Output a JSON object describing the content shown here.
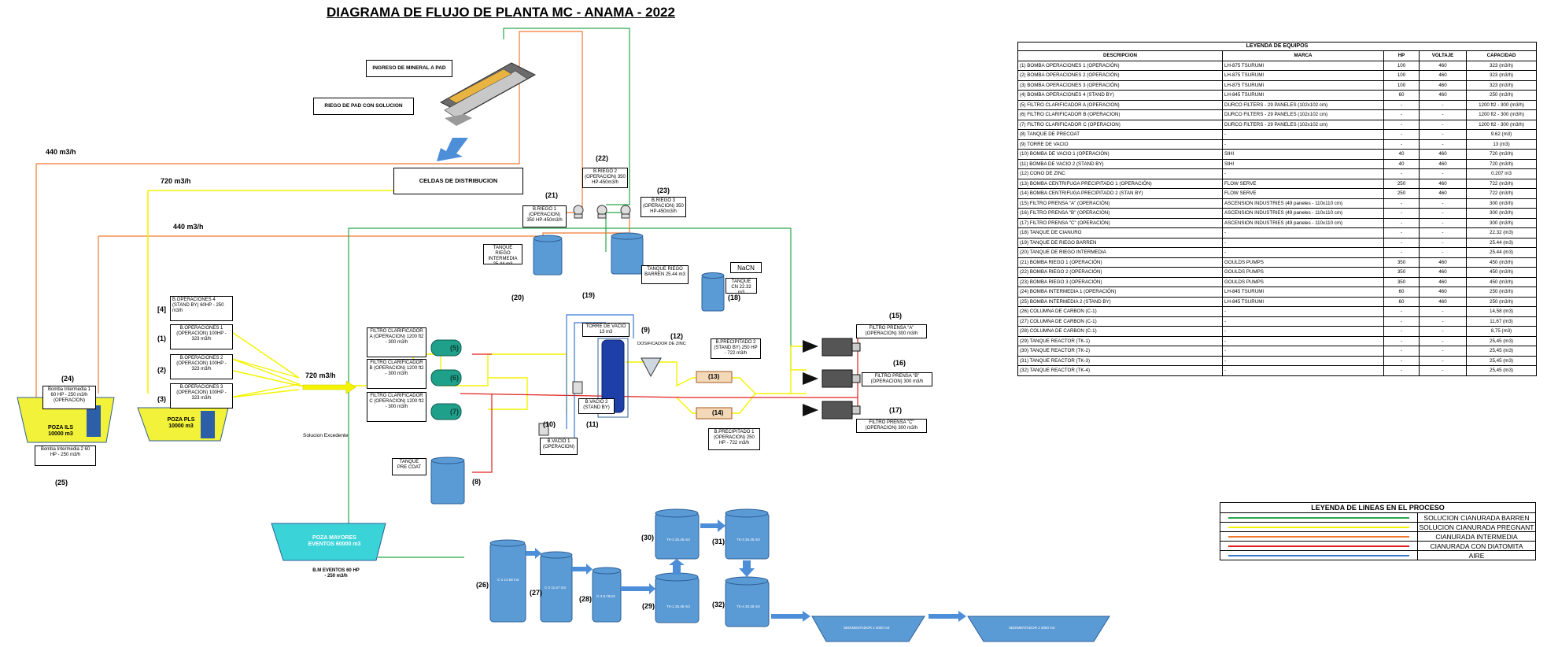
{
  "title": "DIAGRAMA DE FLUJO DE PLANTA MC - ANAMA - 2022",
  "colors": {
    "green": "#2aa84a",
    "yellow": "#f4f400",
    "orange": "#f07a30",
    "red": "#e02020",
    "blue": "#3a78d0",
    "tank": "#5b9bd5",
    "pond_yellow": "#f2f23a",
    "pond_cyan": "#39d3d8",
    "teal": "#1fa08a"
  },
  "labels": {
    "ingreso": "INGRESO DE MINERAL A PAD",
    "riego_pad": "RIEGO DE PAD CON SOLUCION",
    "celdas": "CELDAS DE DISTRIBUCION",
    "flow_440_top": "440  m3/h",
    "flow_720_top": "720  m3/h",
    "flow_440_mid": "440  m3/h",
    "flow_720_mid": "720 m3/h",
    "solucion_excedente": "Solucion Excedente",
    "n22": "(22)",
    "n21": "(21)",
    "n23": "(23)",
    "riego2": "B.RIEGO 2 (OPERACION) 350 HP-450m3/h",
    "riego1": "B.RIEGO 1 (OPERACION) 350 HP-450m3/h",
    "riego3": "B.RIEGO 3 (OPERACION) 350 HP-450m3/h",
    "tanque_intermedia": "TANQUE RIEGO INTERMEDIA 25.44 m3",
    "tanque_barren": "TANQUE RIEGO BARREN 25.44 m3",
    "nacn": "NaCN",
    "tanque_cn": "TANQUE CN 22.32 m3",
    "n20": "(20)",
    "n19": "(19)",
    "n18": "(18)",
    "op4": "B.OPERACIONES 4 (STAND BY)        60HP - 250 m3/h",
    "op1": "B.OPERACIONES 1 (OPERACION) 100HP - 323 m3/h",
    "op2": "B.OPERACIONES 2 (OPERACION) 100HP - 323 m3/h",
    "op3": "B.OPERACIONES 3 (OPERACION) 100HP - 323 m3/h",
    "n4": "[4]",
    "n1": "(1)",
    "n2": "(2)",
    "n3": "(3)",
    "filtro_a": "FILTRO CLARIFICADOR A (OPERACION) 1200 ft2 - 300 m3/h",
    "filtro_b": "FILTRO CLARIFICADOR B (OPERACION) 1200 ft2 - 300 m3/h",
    "filtro_c": "FILTRO CLARIFICADOR C (OPERACION) 1200 ft2 - 300 m3/h",
    "n5": "(5)",
    "n6": "(6)",
    "n7": "(7)",
    "torre_vacio": "TORRE DE VACIO 13 m3",
    "n9": "(9)",
    "dosificador": "DOSIFICADOR DE ZINC",
    "n12": "(12)",
    "precip2": "B.PRECIPITADO 2 (STAND BY) 250 HP - 722 m3/h",
    "precip1": "B.PRECIPITADO 1 (OPERACION) 250 HP - 722 m3/h",
    "n13": "(13)",
    "n14": "(14)",
    "vacio2": "B.VACIO 2 (STAND BY)",
    "vacio1": "B.VACIO 1 (OPERACION)",
    "n10": "(10)",
    "n11": "(11)",
    "prensa_a": "FILTRO PRENSA \"A\" (OPERACION) 300 m3/h",
    "prensa_b": "FILTRO PRENSA \"B\" (OPERACION) 300 m3/h",
    "prensa_c": "FILTRO PRENSA \"C\" (OPERACION) 300 m3/h",
    "n15": "(15)",
    "n16": "(16)",
    "n17": "(17)",
    "precoat": "TANQUE PRE COAT",
    "n8": "(8)",
    "bomba_int1": "Bomba Intermedia 1 60 HP - 250 m3/h (OPERACION)",
    "bomba_int2": "Bomba Intermedia 2 60 HP - 250 m3/h",
    "n24": "(24)",
    "n25": "(25)",
    "poza_ils": "POZA ILS 10000 m3",
    "poza_pls": "POZA PLS 10000 m3",
    "poza_mayores": "POZA MAYORES EVENTOS 60000 m3",
    "bm_eventos": "B.M EVENTOS 60 HP - 250 m3/h",
    "n26": "(26)",
    "n27": "(27)",
    "n28": "(28)",
    "n29": "(29)",
    "n30": "(30)",
    "n31": "(31)",
    "n32": "(32)",
    "c1": "C-1 14.58 m3",
    "c2": "C-2 11.67 m3",
    "c3": "C-3 8.75m3",
    "tk1": "TK-1 25.45 m3",
    "tk2": "TK-2 25.45 m3",
    "tk3": "TK-3 25.45 m3",
    "tk4": "TK-4 25.45 m3",
    "sedim1": "SEDIMENTADOR 1 3000 m3",
    "sedim2": "SEDIMENTADOR 2 3000 m3"
  },
  "equip_legend": {
    "caption": "LEYENDA DE EQUIPOS",
    "headers": [
      "DESCRIPCION",
      "MARCA",
      "HP",
      "VOLTAJE",
      "CAPACIDAD"
    ],
    "rows": [
      [
        "(1) BOMBA OPERACIONES 1  (OPERACIÓN)",
        "LH-875 TSURUMI",
        "100",
        "460",
        "323 (m3/h)"
      ],
      [
        "(2) BOMBA OPERACIONES  2  (OPERACIÓN)",
        "LH-875 TSURUMI",
        "100",
        "460",
        "323 (m3/h)"
      ],
      [
        "(3) BOMBA OPERACIONES  3  (OPERACIÓN)",
        "LH-875 TSURUMI",
        "100",
        "460",
        "323 (m3/h)"
      ],
      [
        "(4) BOMBA OPERACIONES  4  (STAND BY)",
        "LH-845 TSURUMI",
        "60",
        "460",
        "250 (m3/h)"
      ],
      [
        "(5) FILTRO CLARIFICADOR A (OPERACION)",
        "DURCO FILTERS - 29 PANELES (102x102 cm)",
        "-",
        "-",
        "1200 ft2 - 300 (m3/h)"
      ],
      [
        "(6) FILTRO CLARIFICADOR B (OPERACION)",
        "DURCO FILTERS - 29 PANELES (102x102 cm)",
        "-",
        "-",
        "1200 ft2 - 300 (m3/h)"
      ],
      [
        "(7) FILTRO CLARIFICADOR C (OPERACION)",
        "DURCO FILTERS - 29 PANELES (102x102 cm)",
        "-",
        "-",
        "1200 ft2 - 300 (m3/h)"
      ],
      [
        "(8) TANQUE DE PRECOAT",
        "-",
        "-",
        "-",
        "9.62 (m3)"
      ],
      [
        "(9)  TORRE DE VACIO",
        "-",
        "-",
        "-",
        "13 (m3)"
      ],
      [
        "(10)  BOMBA DE VACIO 1  (OPERACIÓN)",
        "SIHI",
        "40",
        "460",
        "720 (m3/h)"
      ],
      [
        "(11)  BOMBA DE VACIO 2  (STAND BY)",
        "SIHI",
        "40",
        "460",
        "720 (m3/h)"
      ],
      [
        "(12)  CONO DE ZINC",
        "-",
        "-",
        "-",
        "0.207 m3"
      ],
      [
        "(13) BOMBA CENTRIFUGA PRECIPITADO 1  (OPERACIÓN)",
        "FLOW SERVE",
        "250",
        "460",
        "722 (m3/h)"
      ],
      [
        "(14) BOMBA CENTRIFUGA PRECIPITADO 2  (STAN BY)",
        "FLOW SERVE",
        "250",
        "460",
        "722 (m3/h)"
      ],
      [
        "(15) FILTRO PRENSA \"A\" (OPERACIÓN)",
        "ASCENSION INDUSTRIES (49 paneles - 110x110 cm)",
        "-",
        "-",
        "300 (m3/h)"
      ],
      [
        "(16) FILTRO PRENSA \"B\" (OPERACIÓN)",
        "ASCENSION INDUSTRIES (49 paneles - 110x110 cm)",
        "-",
        "-",
        "300 (m3/h)"
      ],
      [
        "(17) FILTRO PRENSA \"C\" (OPERACIÓN)",
        "ASCENSION INDUSTRIES (49 paneles - 110x110 cm)",
        "-",
        "-",
        "300 (m3/h)"
      ],
      [
        "(18)  TANQUE DE CIANURO",
        "-",
        "-",
        "-",
        "22.32 (m3)"
      ],
      [
        "(19)  TANQUE DE RIEGO BARREN",
        "-",
        "-",
        "-",
        "25.44 (m3)"
      ],
      [
        "(20)  TANQUE DE RIEGO INTERMEDIA",
        "-",
        "-",
        "-",
        "25.44 (m3)"
      ],
      [
        "(21) BOMBA RIEGO 1  (OPERACIÓN)",
        "GOULDS  PUMPS",
        "350",
        "460",
        "450 (m3/h)"
      ],
      [
        "(22) BOMBA RIEGO 2  (OPERACIÓN)",
        "GOULDS  PUMPS",
        "350",
        "460",
        "450 (m3/h)"
      ],
      [
        "(23) BOMBA RIEGO 3  (OPERACIÓN)",
        "GOULDS  PUMPS",
        "350",
        "460",
        "450 (m3/h)"
      ],
      [
        "(24) BOMBA INTERMEDIA 1 (OPERACIÓN)",
        "LH-845 TSURUMI",
        "60",
        "460",
        "250 (m3/h)"
      ],
      [
        "(25) BOMBA INTERMEDIA 2 (STAND BY)",
        "LH-845 TSURUMI",
        "60",
        "460",
        "250 (m3/h)"
      ],
      [
        "(26)  COLUMNA DE CARBON  (C-1)",
        "-",
        "-",
        "-",
        "14,58 (m3)"
      ],
      [
        "(27)  COLUMNA DE CARBON  (C-1)",
        "-",
        "-",
        "-",
        "11,67 (m3)"
      ],
      [
        "(28)  COLUMNA DE CARBON  (C-1)",
        "-",
        "-",
        "-",
        "8,75 (m3)"
      ],
      [
        "(29)  TANQUE REACTOR (TK-1)",
        "-",
        "-",
        "-",
        "25,45 (m3)"
      ],
      [
        "(30)  TANQUE REACTOR (TK-2)",
        "-",
        "-",
        "-",
        "25,45 (m3)"
      ],
      [
        "(31)  TANQUE REACTOR (TK-3)",
        "-",
        "-",
        "-",
        "25,45 (m3)"
      ],
      [
        "(32)  TANQUE REACTOR (TK-4)",
        "-",
        "-",
        "-",
        "25,45 (m3)"
      ]
    ]
  },
  "line_legend": {
    "title": "LEYENDA DE LINEAS  EN EL PROCESO",
    "items": [
      {
        "label": "SOLUCION CIANURADA BARREN",
        "color": "#2aa84a"
      },
      {
        "label": "SOLUCION CIANURADA PREGNANT",
        "color": "#f4f400"
      },
      {
        "label": "CIANURADA  INTERMEDIA",
        "color": "#f07a30"
      },
      {
        "label": "CIANURADA CON DIATOMITA",
        "color": "#e02020"
      },
      {
        "label": "AIRE",
        "color": "#3a78d0"
      }
    ]
  }
}
